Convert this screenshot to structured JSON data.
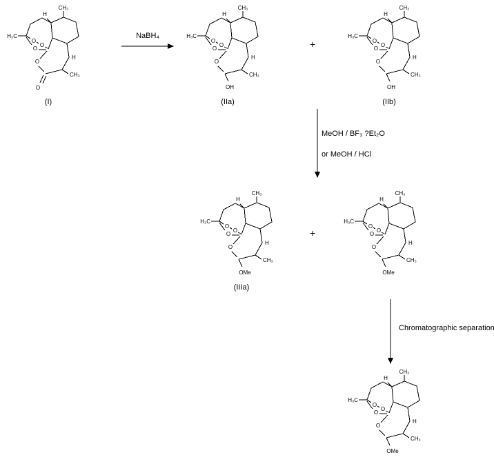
{
  "reagents": {
    "step1": "NaBH₄",
    "step2_line1": "MeOH / BF₃ ?Et₂O",
    "step2_line2": "or MeOH / HCl",
    "step3": "Chromatographic separation",
    "plus": "+"
  },
  "molecules": {
    "I": {
      "label": "(I)",
      "atoms": {
        "ch3_top": "CH₃",
        "h_top": "H",
        "h3c_left": "H₃C",
        "o_peroxide_a": "O",
        "o_peroxide_b": "O",
        "o_trioxane": "O",
        "o_ring": "O",
        "h_right": "H",
        "ch3_right": "CH₃",
        "sub": "O"
      }
    },
    "IIa": {
      "label": "(IIa)",
      "atoms": {
        "ch3_top": "CH₃",
        "h_top": "H",
        "h3c_left": "H₃C",
        "o_peroxide_a": "O",
        "o_peroxide_b": "O",
        "o_trioxane": "O",
        "o_ring": "O",
        "h_right": "H",
        "ch3_right": "CH₃",
        "sub": "OH"
      }
    },
    "IIb": {
      "label": "(IIb)",
      "atoms": {
        "ch3_top": "CH₃",
        "h_top": "H",
        "h3c_left": "H₃C",
        "o_peroxide_a": "O",
        "o_peroxide_b": "O",
        "o_trioxane": "O",
        "o_ring": "O",
        "h_right": "H",
        "ch3_right": "CH₃",
        "sub": "OH"
      }
    },
    "IIIa": {
      "label": "(IIIa)",
      "atoms": {
        "ch3_top": "CH₃",
        "h_top": "H",
        "h3c_left": "H₃C",
        "o_peroxide_a": "O",
        "o_peroxide_b": "O",
        "o_trioxane": "O",
        "o_ring": "O",
        "h_right": "H",
        "ch3_right": "CH₃",
        "sub": "OMe"
      }
    },
    "IIIb": {
      "atoms": {
        "ch3_top": "CH₃",
        "h_top": "H",
        "h3c_left": "H₃C",
        "o_peroxide_a": "O",
        "o_peroxide_b": "O",
        "o_trioxane": "O",
        "o_ring": "O",
        "h_right": "H",
        "ch3_right": "CH₃",
        "sub": "OMe"
      }
    },
    "product": {
      "atoms": {
        "ch3_top": "CH₃",
        "h_top": "H",
        "h3c_left": "H₃C",
        "o_peroxide_a": "O",
        "o_peroxide_b": "O",
        "o_trioxane": "O",
        "o_ring": "O",
        "h_right": "H",
        "ch3_right": "CH₃",
        "sub": "OMe"
      }
    }
  }
}
